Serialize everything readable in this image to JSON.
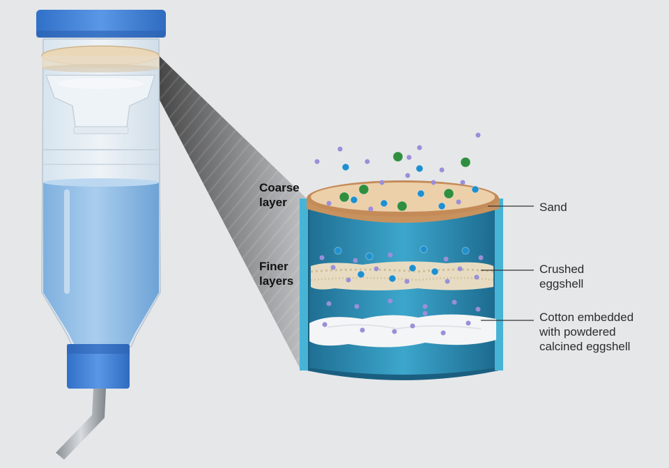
{
  "layer_groups": {
    "coarse": "Coarse\nlayer",
    "finer": "Finer\nlayers"
  },
  "callouts": {
    "sand": "Sand",
    "crushed": "Crushed\neggshell",
    "cotton": "Cotton embedded\nwith powdered\ncalcined eggshell"
  },
  "colors": {
    "background": "#e6e7e9",
    "cap": "#3f7fd6",
    "water": "#8dbbe6",
    "cylinder": "#2d8bb3",
    "sand": "#e8c8a0",
    "green_particle": "#2f8f3f",
    "blue_particle": "#1f8fcf",
    "purple_particle": "#9a8fd8"
  }
}
